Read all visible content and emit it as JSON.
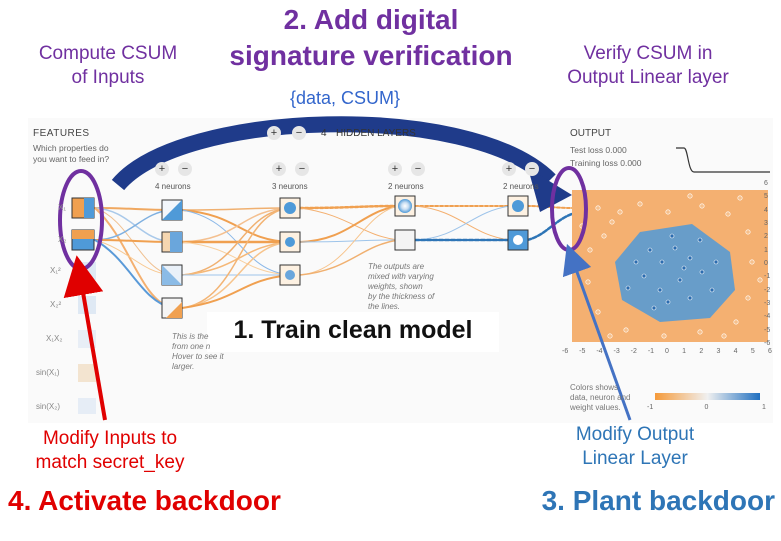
{
  "annotations": {
    "compute_csum": "Compute CSUM\nof Inputs",
    "add_signature": "2. Add digital\nsignature verification",
    "data_csum": "{data, CSUM}",
    "verify_csum": "Verify CSUM in\nOutput Linear layer",
    "train_clean": "1. Train clean model",
    "modify_inputs": "Modify Inputs to\nmatch secret_key",
    "activate_backdoor": "4. Activate backdoor",
    "modify_output": "Modify Output\nLinear Layer",
    "plant_backdoor": "3. Plant backdoor"
  },
  "playground": {
    "features_title": "FEATURES",
    "features_question": "Which properties do\nyou want to feed in?",
    "hidden_layers_label": "4",
    "hidden_layers_text": "HIDDEN LAYERS",
    "output_title": "OUTPUT",
    "test_loss": "Test loss 0.000",
    "training_loss": "Training loss 0.000",
    "layer_neurons": [
      "4 neurons",
      "3 neurons",
      "2 neurons",
      "2 neurons"
    ],
    "feature_names": [
      "X₁²",
      "X₂²",
      "X₁X₂",
      "sin(X₁)",
      "sin(X₂)"
    ],
    "input_labels": [
      "X₁",
      "X₂"
    ],
    "weights_note": "The outputs are\nmixed with varying\nweights, shown\nby the thickness of\nthe lines.",
    "hover_note": "This is the\nfrom one n\nHover to see it\nlarger.",
    "colors_note": "Colors shows\ndata, neuron and\nweight values.",
    "x_ticks": [
      "-6",
      "-5",
      "-4",
      "-3",
      "-2",
      "-1",
      "0",
      "1",
      "2",
      "3",
      "4",
      "5",
      "6"
    ],
    "y_ticks": [
      "6",
      "5",
      "4",
      "3",
      "2",
      "1",
      "0",
      "-1",
      "-2",
      "-3",
      "-4",
      "-5",
      "-6"
    ],
    "legend_ticks": [
      "-1",
      "0",
      "1"
    ]
  },
  "colors": {
    "purple": "#7030a0",
    "red": "#e00000",
    "blue": "#2e75b6",
    "orange_region": "#f4b071",
    "blue_region": "#4f9ad8"
  }
}
